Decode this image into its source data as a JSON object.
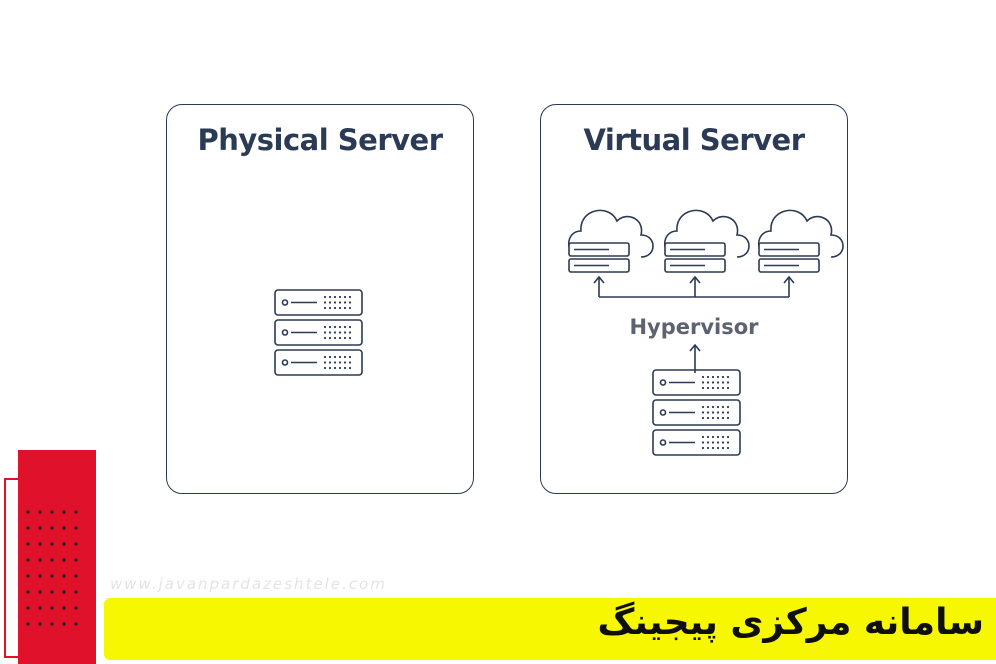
{
  "diagram": {
    "physical": {
      "title": "Physical Server"
    },
    "virtual": {
      "title": "Virtual Server",
      "hypervisor_label": "Hypervisor"
    }
  },
  "footer": {
    "watermark": "www.javanpardazeshtele.com",
    "banner_text": "سامانه مرکزی پیجینگ"
  },
  "colors": {
    "stroke": "#2b3a55",
    "hypervisor_text": "#5d6270",
    "accent_red": "#e0112b",
    "banner_yellow": "#f6f700"
  }
}
